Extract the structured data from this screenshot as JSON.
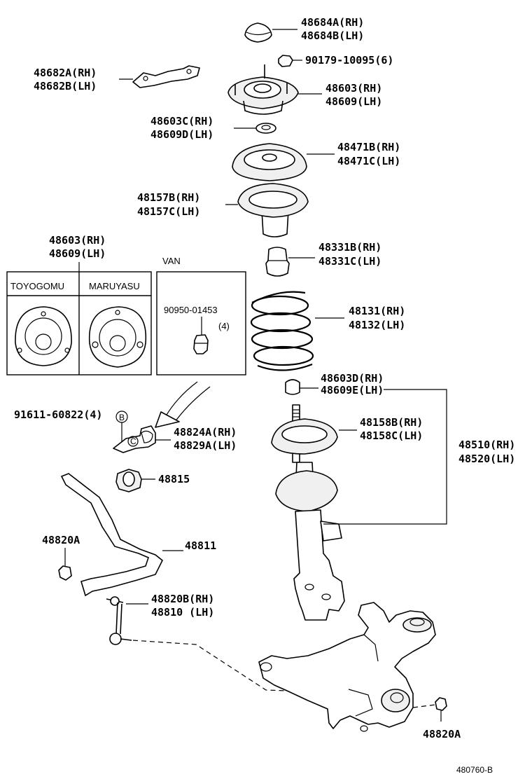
{
  "labels": {
    "top_cap": [
      "48684A(RH)",
      "48684B(LH)"
    ],
    "nut": "90179-10095(6)",
    "bracket": [
      "48682A(RH)",
      "48682B(LH)"
    ],
    "support": [
      "48603(RH)",
      "48609(LH)"
    ],
    "bearing": [
      "48603C(RH)",
      "48609D(LH)"
    ],
    "upper_seat": [
      "48471B(RH)",
      "48471C(LH)"
    ],
    "insulator": [
      "48157B(RH)",
      "48157C(LH)"
    ],
    "bump_stop": [
      "48331B(RH)",
      "48331C(LH)"
    ],
    "coil_spring": [
      "48131(RH)",
      "48132(LH)"
    ],
    "small_bushing": [
      "48603D(RH)",
      "48609E(LH)"
    ],
    "lower_seat": [
      "48158B(RH)",
      "48158C(LH)"
    ],
    "strut_assy": [
      "48510(RH)",
      "48520(LH)"
    ],
    "support_variants": [
      "48603(RH)",
      "48609(LH)"
    ],
    "bolt": "91611-60822(4)",
    "bolt_ref": "B",
    "stab_bracket": [
      "48824A(RH)",
      "48829A(LH)"
    ],
    "stab_bushing": "48815",
    "stab_nut_left": "48820A",
    "stab_bar": "48811",
    "stab_link": [
      "48820B(RH)",
      "48810  (LH)"
    ],
    "stab_nut_right": "48820A",
    "bushing_ref": "C"
  },
  "variants": {
    "van_label": "VAN",
    "van_part": "90950-01453",
    "van_qty": "(4)",
    "maker_1": "TOYOGOMU",
    "maker_2": "MARUYASU"
  },
  "footer": {
    "code": "480760-B"
  }
}
